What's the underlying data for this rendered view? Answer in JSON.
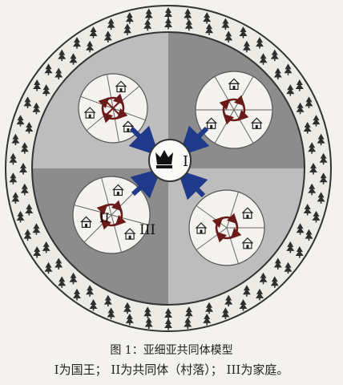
{
  "diagram": {
    "title": "亚细亚共同体模型",
    "center_marker": "I",
    "community_marker": "II",
    "household_marker": "III",
    "icons": {
      "king": "crown-icon",
      "house": "house-icon",
      "tree": "tree-icon"
    },
    "colors": {
      "outer_ring": "#ecebe6",
      "tree": "#2e2e2e",
      "quadrant_light": "#bdbdbd",
      "quadrant_dark": "#8c8c8c",
      "community_disc": "#f4f3ef",
      "cycle": "#6b1a1a",
      "arrow": "#1f3a8a"
    }
  },
  "caption": {
    "figure_prefix": "图",
    "figure_number": "1",
    "separator": "：",
    "title": "亚细亚共同体模型",
    "legend_i_marker": "I",
    "legend_i_text": "为国王；",
    "legend_ii_marker": "II",
    "legend_ii_text": "为共同体（村落）；",
    "legend_iii_marker": "III",
    "legend_iii_text": "为家庭。"
  }
}
